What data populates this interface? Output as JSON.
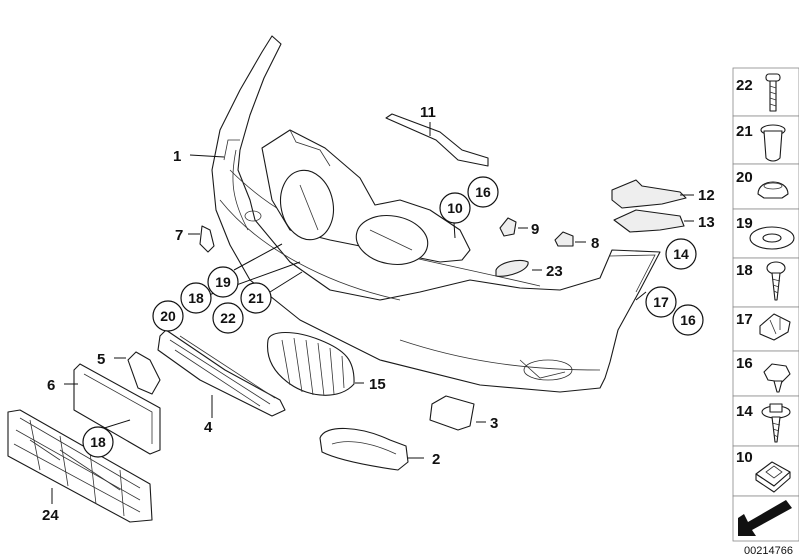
{
  "diagram": {
    "callouts": [
      {
        "id": "c1",
        "text": "1"
      },
      {
        "id": "c2",
        "text": "2"
      },
      {
        "id": "c3",
        "text": "3"
      },
      {
        "id": "c4",
        "text": "4"
      },
      {
        "id": "c5",
        "text": "5"
      },
      {
        "id": "c6",
        "text": "6"
      },
      {
        "id": "c7",
        "text": "7"
      },
      {
        "id": "c8",
        "text": "8"
      },
      {
        "id": "c9",
        "text": "9"
      },
      {
        "id": "c11",
        "text": "11"
      },
      {
        "id": "c12",
        "text": "12"
      },
      {
        "id": "c13",
        "text": "13"
      },
      {
        "id": "c15",
        "text": "15"
      },
      {
        "id": "c23",
        "text": "23"
      },
      {
        "id": "c24",
        "text": "24"
      }
    ],
    "circled_callouts": [
      {
        "id": "k16a",
        "text": "16"
      },
      {
        "id": "k10",
        "text": "10"
      },
      {
        "id": "k14",
        "text": "14"
      },
      {
        "id": "k17",
        "text": "17"
      },
      {
        "id": "k16b",
        "text": "16"
      },
      {
        "id": "k19",
        "text": "19"
      },
      {
        "id": "k18a",
        "text": "18"
      },
      {
        "id": "k20",
        "text": "20"
      },
      {
        "id": "k21",
        "text": "21"
      },
      {
        "id": "k22",
        "text": "22"
      },
      {
        "id": "k18b",
        "text": "18"
      }
    ],
    "sidebar_items": [
      {
        "text": "22",
        "icon": "screw-icon"
      },
      {
        "text": "21",
        "icon": "expanding-rivet-icon"
      },
      {
        "text": "20",
        "icon": "grommet-icon"
      },
      {
        "text": "19",
        "icon": "washer-icon"
      },
      {
        "text": "18",
        "icon": "tapping-screw-icon"
      },
      {
        "text": "17",
        "icon": "clip-nut-icon"
      },
      {
        "text": "16",
        "icon": "hex-screw-icon"
      },
      {
        "text": "14",
        "icon": "flange-screw-icon"
      },
      {
        "text": "10",
        "icon": "square-nut-icon"
      }
    ],
    "doc_number": "00214766",
    "colors": {
      "line": "#1a1a1a",
      "border": "#888888"
    }
  }
}
